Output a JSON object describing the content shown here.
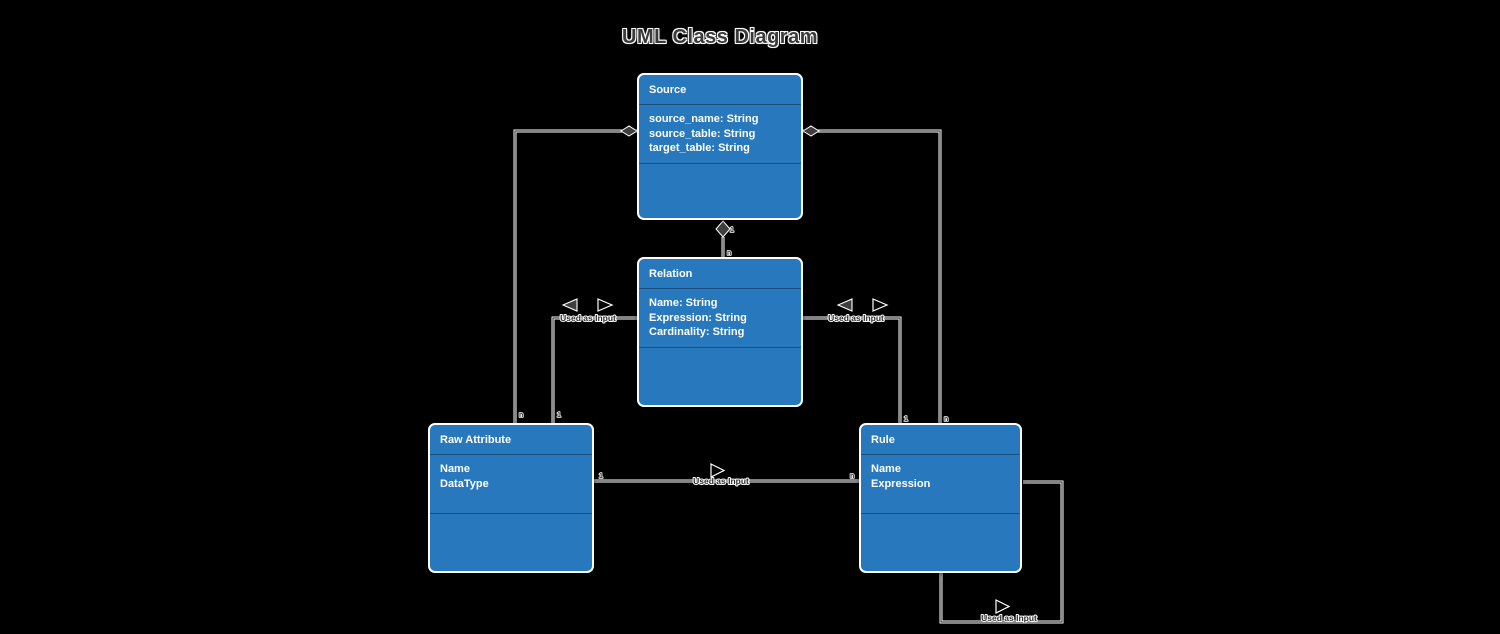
{
  "title": "UML Class Diagram",
  "colors": {
    "background": "#000000",
    "class_fill": "#2878BE",
    "class_border": "#FFFFFF",
    "class_divider": "#1B4E7E",
    "class_text": "#FFFFFF",
    "edge_stroke": "#3F3F3F",
    "edge_halo": "#FFFFFF",
    "label_text": "#2E2E2E"
  },
  "classes": [
    {
      "name": "Source",
      "attributes": [
        "source_name: String",
        "source_table: String",
        "target_table: String"
      ],
      "methods": []
    },
    {
      "name": "Relation",
      "attributes": [
        "Name: String",
        "Expression: String",
        "Cardinality: String"
      ],
      "methods": []
    },
    {
      "name": "Raw Attribute",
      "attributes": [
        "Name",
        "DataType"
      ],
      "methods": []
    },
    {
      "name": "Rule",
      "attributes": [
        "Name",
        "Expression"
      ],
      "methods": []
    }
  ],
  "edges": [
    {
      "from": "Source",
      "to": "Relation",
      "type": "composition",
      "source_card": "1",
      "target_card": "n"
    },
    {
      "from": "Source",
      "to": "Raw Attribute",
      "type": "composition",
      "target_card": "n"
    },
    {
      "from": "Source",
      "to": "Rule",
      "type": "composition",
      "target_card": "n"
    },
    {
      "from": "Raw Attribute",
      "to": "Relation",
      "type": "association",
      "label": "Used as Input",
      "end_card": "1"
    },
    {
      "from": "Rule",
      "to": "Relation",
      "type": "association",
      "label": "Used as Input",
      "end_card": "1"
    },
    {
      "from": "Raw Attribute",
      "to": "Rule",
      "type": "association",
      "label": "Used as Input",
      "source_card": "1",
      "target_card": "n"
    },
    {
      "from": "Rule",
      "to": "Rule",
      "type": "association",
      "label": "Used as Input"
    }
  ]
}
